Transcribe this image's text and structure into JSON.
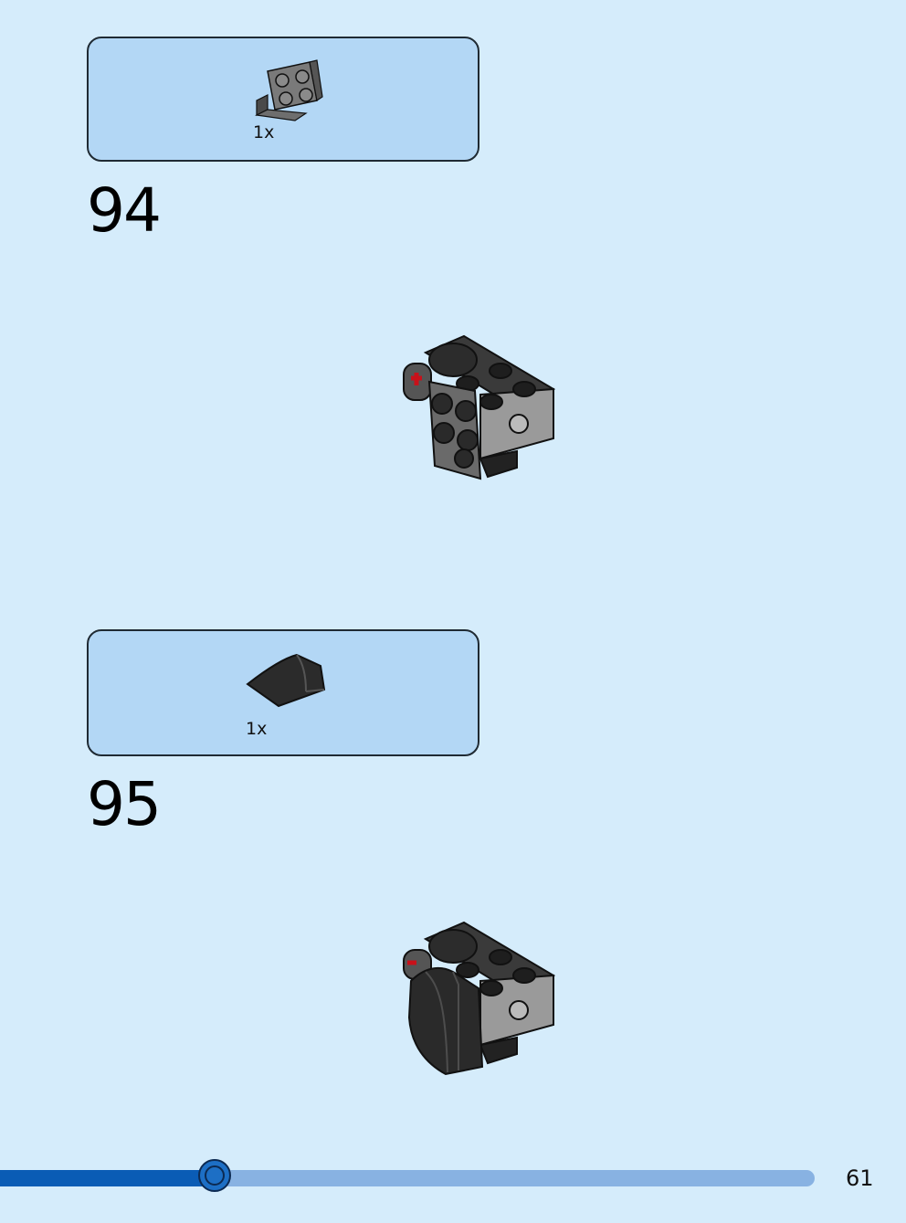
{
  "steps": [
    {
      "number": "94",
      "parts": [
        {
          "qty": "1x",
          "icon": "bracket-plate-icon"
        }
      ]
    },
    {
      "number": "95",
      "parts": [
        {
          "qty": "1x",
          "icon": "curved-slope-icon"
        }
      ]
    }
  ],
  "progress": {
    "value": 0.263
  },
  "page": {
    "number": "61"
  },
  "colors": {
    "background": "#d5ecfb",
    "parts_box": "#b3d7f5",
    "progress_fill": "#0a5cb5",
    "progress_track": "#88b2e2"
  }
}
